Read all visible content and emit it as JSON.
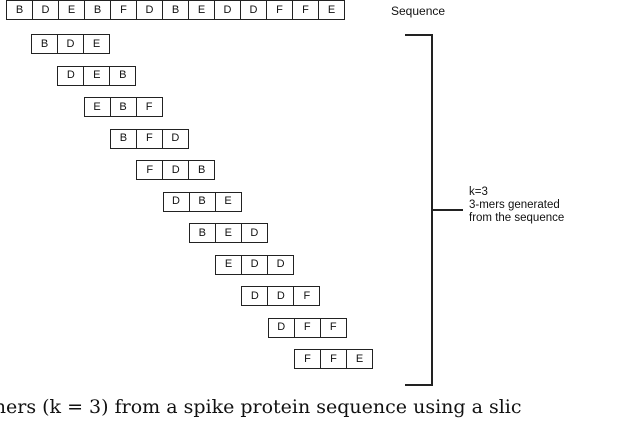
{
  "sequence": {
    "tokens": [
      "B",
      "D",
      "E",
      "B",
      "F",
      "D",
      "B",
      "E",
      "D",
      "D",
      "F",
      "F",
      "E"
    ],
    "label": "Sequence"
  },
  "kmers": [
    [
      "B",
      "D",
      "E"
    ],
    [
      "D",
      "E",
      "B"
    ],
    [
      "E",
      "B",
      "F"
    ],
    [
      "B",
      "F",
      "D"
    ],
    [
      "F",
      "D",
      "B"
    ],
    [
      "D",
      "B",
      "E"
    ],
    [
      "B",
      "E",
      "D"
    ],
    [
      "E",
      "D",
      "D"
    ],
    [
      "D",
      "D",
      "F"
    ],
    [
      "D",
      "F",
      "F"
    ],
    [
      "F",
      "F",
      "E"
    ]
  ],
  "annotation": {
    "line1": "k=3",
    "line2": "3-mers generated",
    "line3": "from the sequence"
  },
  "caption": "mers (k = 3) from a spike protein sequence using a slic"
}
